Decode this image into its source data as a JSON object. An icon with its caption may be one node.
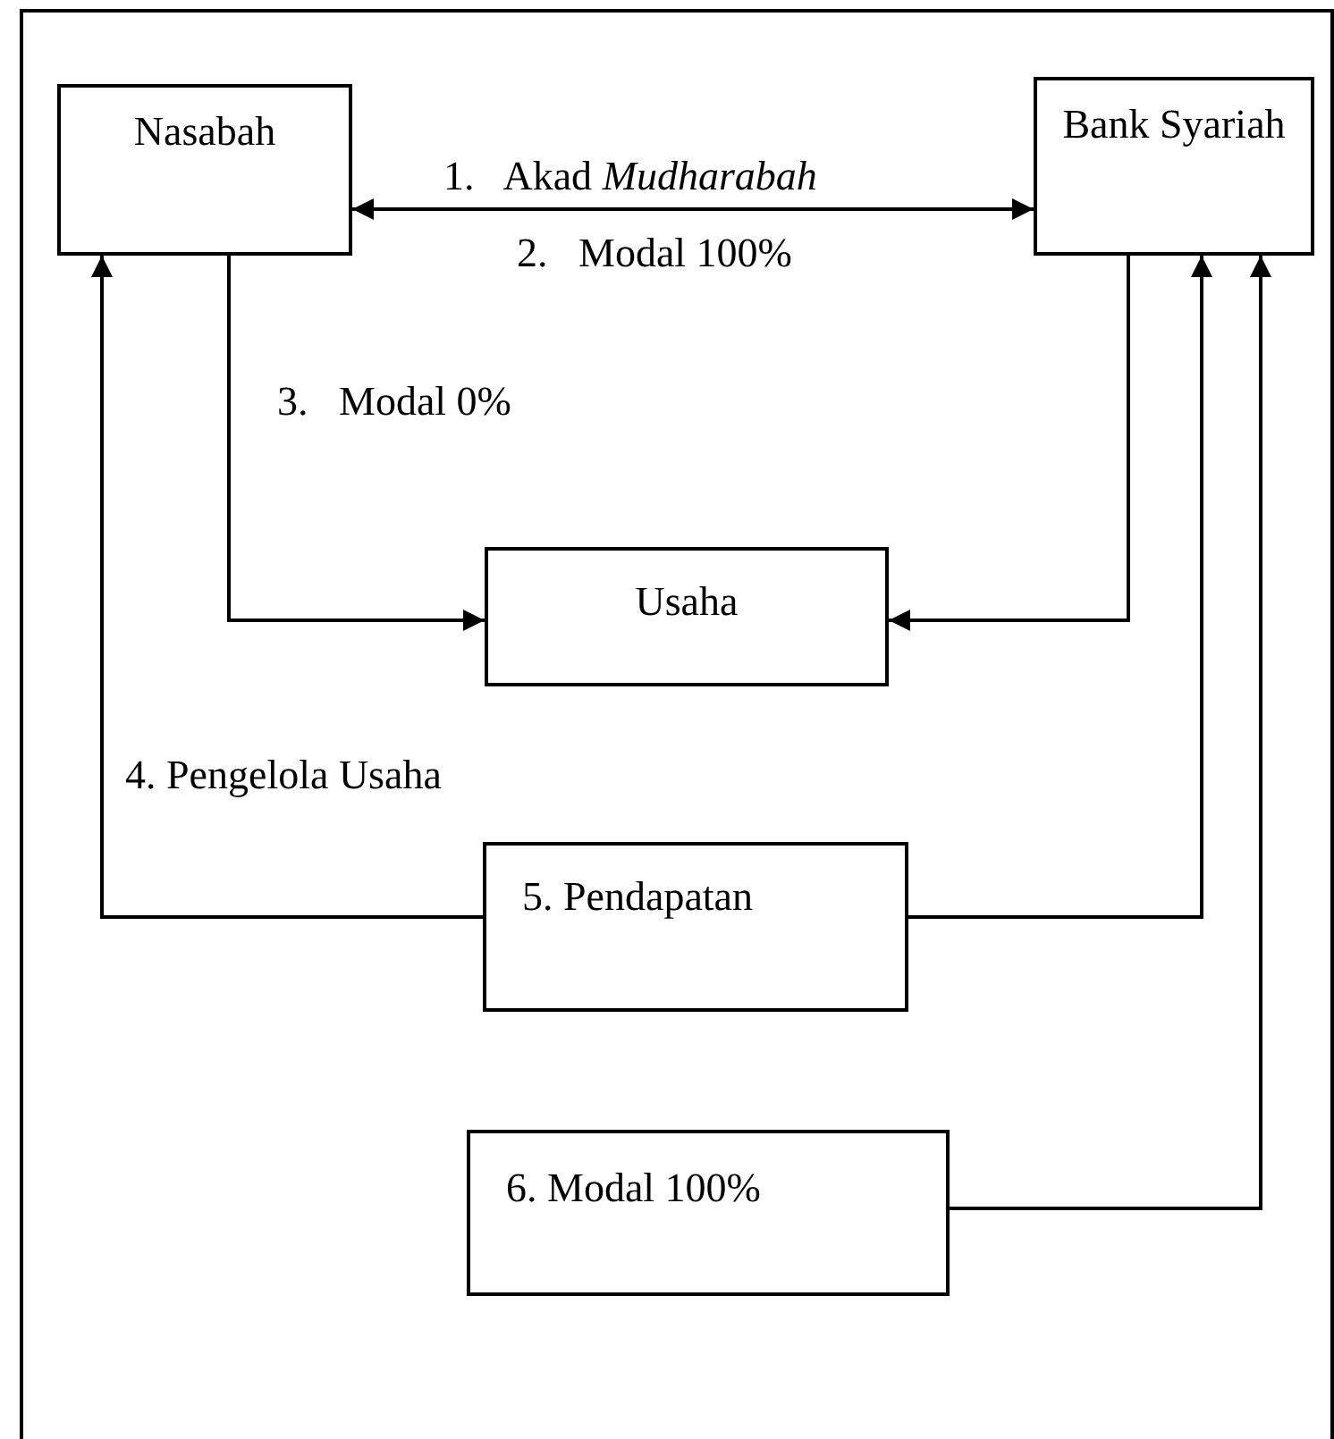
{
  "diagram": {
    "nodes": [
      {
        "text": [
          "Nasabah"
        ]
      },
      {
        "text": [
          "Bank Syariah"
        ]
      },
      {
        "text": [
          "Usaha"
        ]
      },
      {
        "text": [
          "5. Pendapatan"
        ]
      },
      {
        "text": [
          "6. Modal 100%"
        ]
      }
    ],
    "edges": [
      {
        "from": 0,
        "to": 1,
        "arrow": "both",
        "label": "1.   Akad *Mudharabah*"
      },
      {
        "from": 0,
        "to": 2,
        "arrow": "to"
      },
      {
        "from": 1,
        "to": 2,
        "arrow": "to"
      },
      {
        "from": 3,
        "to": 0,
        "arrow": "to"
      },
      {
        "from": 3,
        "to": 1,
        "arrow": "to"
      },
      {
        "from": 4,
        "to": 1,
        "arrow": "to"
      }
    ],
    "labels": [
      "2.   Modal 100%",
      "3.   Modal 0%",
      "4. Pengelola Usaha"
    ]
  }
}
